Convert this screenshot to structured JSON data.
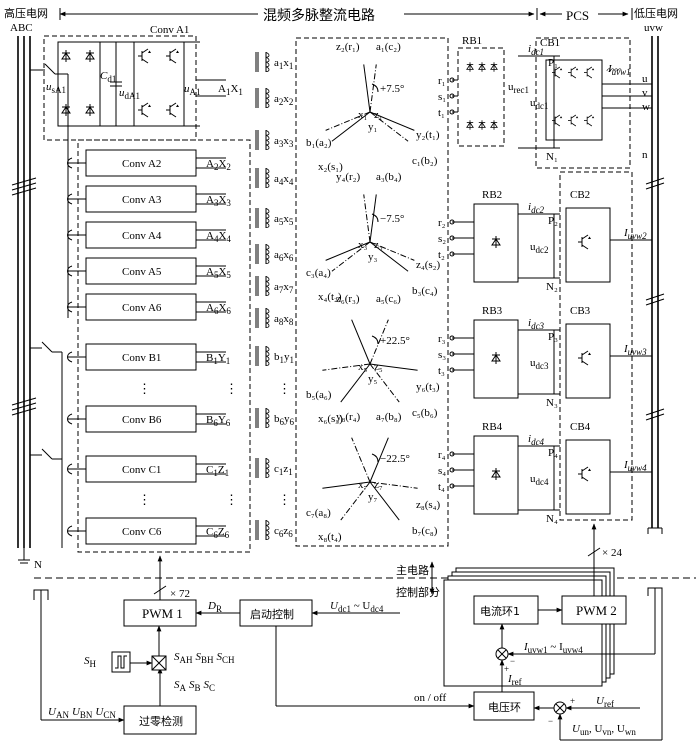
{
  "header": {
    "grid_hv": "高压电网",
    "grid_hv_abc": "ABC",
    "rectifier_title": "混频多脉整流电路",
    "pcs": "PCS",
    "grid_lv": "低压电网",
    "grid_lv_uvw": "uvw"
  },
  "conv_a1": {
    "title": "Conv A1",
    "cd1": "C",
    "cd1_sub": "d1",
    "usa1": "u",
    "usa1_sub": "sA1",
    "uda1": "u",
    "uda1_sub": "dA1",
    "ua1": "u",
    "ua1_sub": "A1",
    "out": "A",
    "out_sub": "1",
    "out2": "X",
    "out2_sub": "1"
  },
  "converters": [
    {
      "name": "Conv A2",
      "p1": "A",
      "s1": "2",
      "p2": "X",
      "s2": "2"
    },
    {
      "name": "Conv A3",
      "p1": "A",
      "s1": "3",
      "p2": "X",
      "s2": "3"
    },
    {
      "name": "Conv A4",
      "p1": "A",
      "s1": "4",
      "p2": "X",
      "s2": "4"
    },
    {
      "name": "Conv A5",
      "p1": "A",
      "s1": "5",
      "p2": "X",
      "s2": "5"
    },
    {
      "name": "Conv A6",
      "p1": "A",
      "s1": "6",
      "p2": "X",
      "s2": "6"
    },
    {
      "name": "Conv B1",
      "p1": "B",
      "s1": "1",
      "p2": "Y",
      "s2": "1"
    },
    {
      "name": "Conv B6",
      "p1": "B",
      "s1": "6",
      "p2": "Y",
      "s2": "6"
    },
    {
      "name": "Conv C1",
      "p1": "C",
      "s1": "1",
      "p2": "Z",
      "s2": "1"
    },
    {
      "name": "Conv C6",
      "p1": "C",
      "s1": "6",
      "p2": "Z",
      "s2": "6"
    }
  ],
  "ellipsis": "⋮",
  "transformer_windings": [
    {
      "p1": "a",
      "s1": "1",
      "p2": "x",
      "s2": "1"
    },
    {
      "p1": "a",
      "s1": "2",
      "p2": "x",
      "s2": "2"
    },
    {
      "p1": "a",
      "s1": "3",
      "p2": "x",
      "s2": "3"
    },
    {
      "p1": "a",
      "s1": "4",
      "p2": "x",
      "s2": "4"
    },
    {
      "p1": "a",
      "s1": "5",
      "p2": "x",
      "s2": "5"
    },
    {
      "p1": "a",
      "s1": "6",
      "p2": "x",
      "s2": "6"
    },
    {
      "p1": "a",
      "s1": "7",
      "p2": "x",
      "s2": "7"
    },
    {
      "p1": "a",
      "s1": "8",
      "p2": "x",
      "s2": "8"
    },
    {
      "p1": "b",
      "s1": "1",
      "p2": "y",
      "s2": "1"
    },
    {
      "p1": "b",
      "s1": "6",
      "p2": "y",
      "s2": "6"
    },
    {
      "p1": "c",
      "s1": "1",
      "p2": "z",
      "s2": "1"
    },
    {
      "p1": "c",
      "s1": "6",
      "p2": "z",
      "s2": "6"
    }
  ],
  "phasors": [
    {
      "angle": "+7.5°",
      "labels": [
        "z₂(r₁)",
        "a₁(c₂)",
        "x₁",
        "z₁",
        "y₁",
        "y₂(t₁)",
        "b₁(a₂)",
        "c₁(b₂)",
        "x₂(s₁)"
      ]
    },
    {
      "angle": "−7.5°",
      "labels": [
        "y₄(r₂)",
        "a₃(b₄)",
        "x₃",
        "z₃",
        "y₃",
        "z₄(s₂)",
        "c₃(a₄)",
        "b₃(c₄)",
        "x₄(t₂)"
      ]
    },
    {
      "angle": "+22.5°",
      "labels": [
        "z₆(r₃)",
        "a₅(c₆)",
        "x₅",
        "z₅",
        "y₅",
        "y₆(t₃)",
        "b₅(a₆)",
        "c₅(b₆)",
        "x₆(s₃)"
      ]
    },
    {
      "angle": "−22.5°",
      "labels": [
        "y₈(r₄)",
        "a₇(b₈)",
        "x₇",
        "z₇",
        "y₇",
        "z₈(s₄)",
        "c₇(a₈)",
        "b₇(c₈)",
        "x₈(t₄)"
      ]
    }
  ],
  "rectifiers": [
    {
      "name": "RB1",
      "r": "r₁",
      "s": "s₁",
      "t": "t₁",
      "i": "i",
      "i_sub": "dc1",
      "p": "P₁",
      "n": "N₁",
      "u": "u",
      "u_sub": "dc1",
      "rec": "u",
      "rec_sub": "rec1"
    },
    {
      "name": "RB2",
      "r": "r₂",
      "s": "s₂",
      "t": "t₂",
      "i": "i",
      "i_sub": "dc2",
      "p": "P₂",
      "n": "N₂",
      "u": "u",
      "u_sub": "dc2"
    },
    {
      "name": "RB3",
      "r": "r₃",
      "s": "s₃",
      "t": "t₃",
      "i": "i",
      "i_sub": "dc3",
      "p": "P₃",
      "n": "N₃",
      "u": "u",
      "u_sub": "dc3"
    },
    {
      "name": "RB4",
      "r": "r₄",
      "s": "s₄",
      "t": "t₄",
      "i": "i",
      "i_sub": "dc4",
      "p": "P₄",
      "n": "N₄",
      "u": "u",
      "u_sub": "dc4"
    }
  ],
  "inverters": [
    {
      "name": "CB1",
      "i": "I",
      "i_sub": "uvw1"
    },
    {
      "name": "CB2",
      "i": "I",
      "i_sub": "uvw2"
    },
    {
      "name": "CB3",
      "i": "I",
      "i_sub": "uvw3"
    },
    {
      "name": "CB4",
      "i": "I",
      "i_sub": "uvw4"
    }
  ],
  "lv_terminals": [
    "u",
    "v",
    "w",
    "n"
  ],
  "control": {
    "main_circuit": "主电路",
    "control_part": "控制部分",
    "x72": "× 72",
    "x24": "× 24",
    "pwm1": "PWM 1",
    "pwm2": "PWM 2",
    "startup": "启动控制",
    "zero_detect": "过零检测",
    "current_loop": "电流环1",
    "voltage_loop": "电压环",
    "dr": "D",
    "dr_sub": "R",
    "udc_range": "U",
    "udc_range_sub1": "dc1",
    "udc_tilde": " ~ U",
    "udc_range_sub2": "dc4",
    "sh": "S",
    "sh_sub": "H",
    "sabc_h": [
      "S",
      "AH",
      "S",
      "BH",
      "S",
      "CH"
    ],
    "sabc": [
      "S",
      "A",
      "S",
      "B",
      "S",
      "C"
    ],
    "uabc": [
      "U",
      "AN",
      "U",
      "BN",
      "U",
      "CN"
    ],
    "iuvw": "I",
    "iuvw_sub1": "uvw1",
    "iuvw_tilde": " ~ I",
    "iuvw_sub2": "uvw4",
    "iref": "I",
    "iref_sub": "ref",
    "uref": "U",
    "uref_sub": "ref",
    "onoff": "on / off",
    "uuvw": [
      "U",
      "un",
      ", U",
      "vn",
      ", U",
      "wn"
    ],
    "plus": "+",
    "minus": "−",
    "neutral": "N"
  }
}
